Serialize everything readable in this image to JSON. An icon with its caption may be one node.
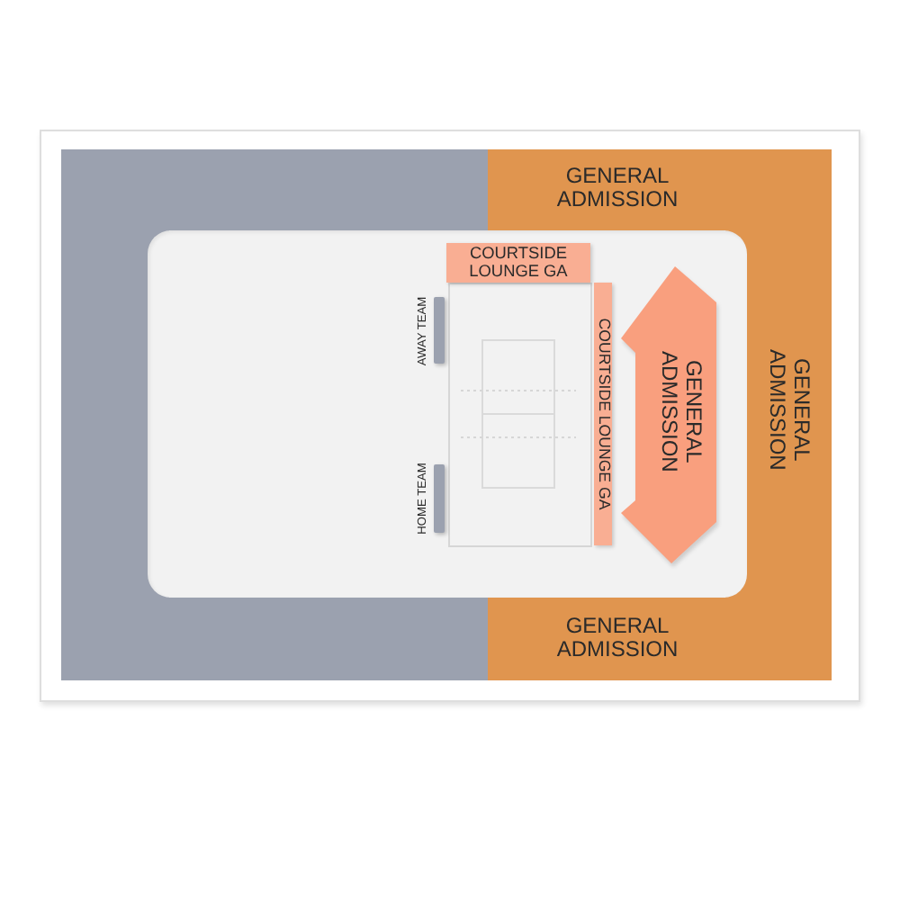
{
  "diagram": {
    "nodes": [
      {
        "text": [],
        "shape": "box"
      },
      {
        "text": [
          "GENERAL ADMISSION"
        ]
      },
      {
        "text": [],
        "shape": "box"
      },
      {
        "text": [
          "COURTSIDE LOUNGE GA"
        ]
      },
      {
        "text": [],
        "shape": "bar",
        "beside": [
          "AWAY TEAM"
        ]
      },
      {
        "text": [
          "COURTSIDE LOUNGE GA"
        ]
      },
      {
        "text": [
          "GENERAL ADMISSION"
        ]
      },
      {
        "text": [
          "GENERAL ADMISSION"
        ]
      },
      {
        "text": [],
        "shape": "bar",
        "beside": [
          "HOME TEAM"
        ]
      },
      {
        "text": [],
        "shape": "box"
      },
      {
        "text": [
          "GENERAL ADMISSION"
        ]
      }
    ]
  }
}
